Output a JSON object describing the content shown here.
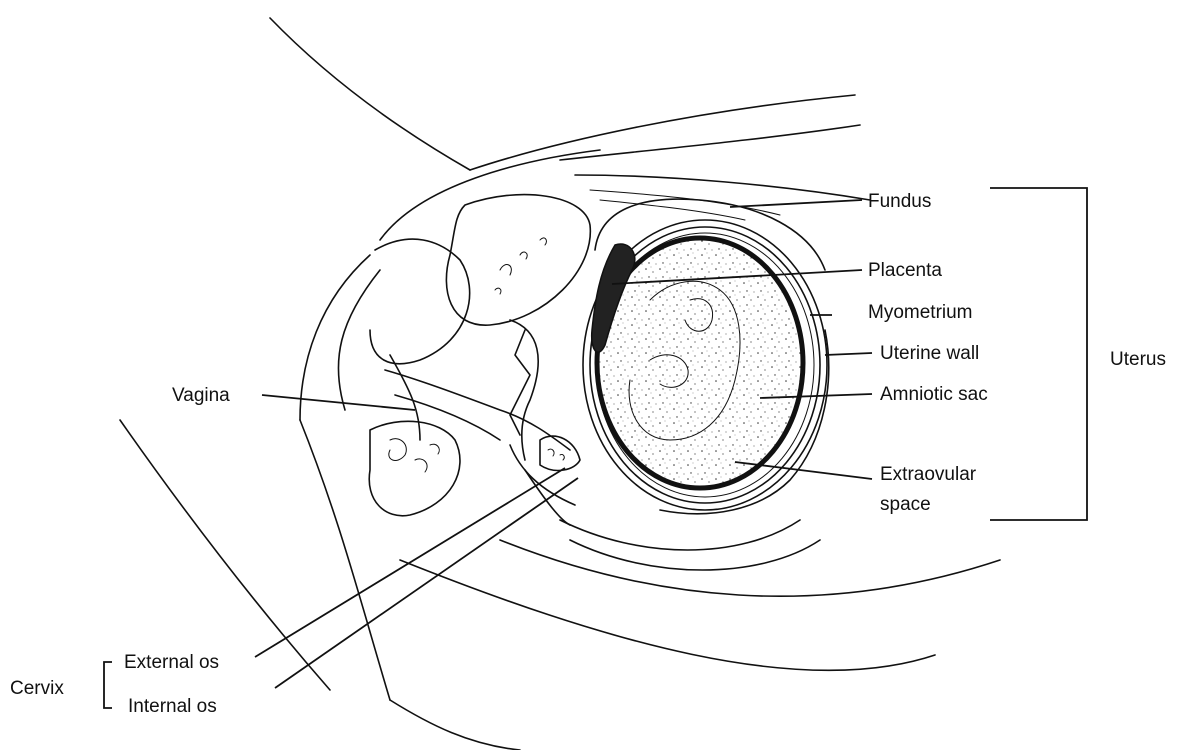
{
  "labels": {
    "fundus": "Fundus",
    "placenta": "Placenta",
    "myometrium": "Myometrium",
    "uterine_wall": "Uterine wall",
    "amniotic_sac": "Amniotic sac",
    "extraovular_line1": "Extraovular",
    "extraovular_line2": "space",
    "uterus": "Uterus",
    "vagina": "Vagina",
    "cervix": "Cervix",
    "external_os": "External os",
    "internal_os": "Internal os"
  }
}
